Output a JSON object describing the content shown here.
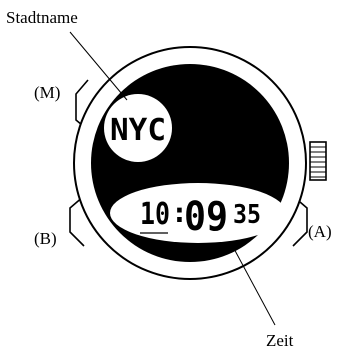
{
  "labels": {
    "city_name": "Stadtname",
    "time": "Zeit",
    "button_m": "(M)",
    "button_b": "(B)",
    "button_a": "(A)"
  },
  "display": {
    "city": "NYC",
    "hour": "10",
    "colon": ":",
    "minutes": "09",
    "seconds": "35"
  },
  "colors": {
    "face": "#000000",
    "lcd": "#ffffff",
    "outline": "#000000"
  }
}
